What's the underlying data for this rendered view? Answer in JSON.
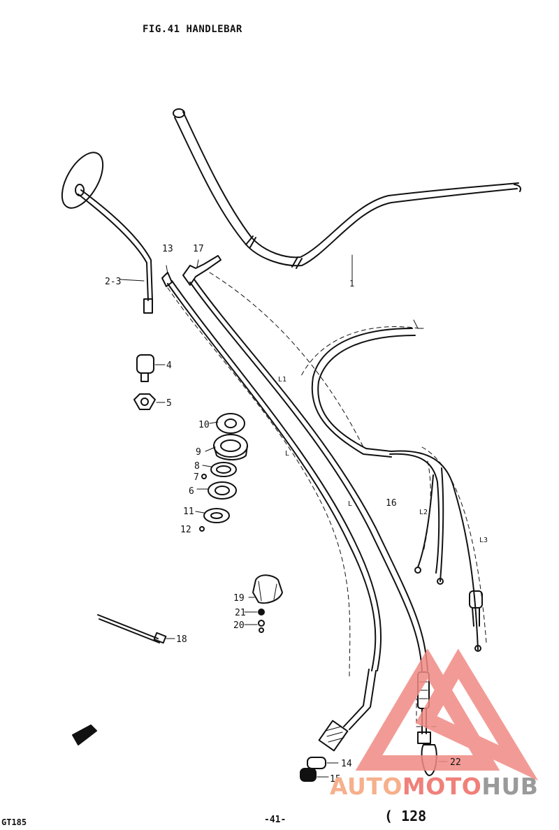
{
  "figure": {
    "title": "FIG.41  HANDLEBAR",
    "footer_left": "GT185",
    "footer_center": "-41-",
    "footer_right": "( 128"
  },
  "part_labels": [
    {
      "id": "1",
      "text": "1"
    },
    {
      "id": "2-3",
      "text": "2-3"
    },
    {
      "id": "4",
      "text": "4"
    },
    {
      "id": "5",
      "text": "5"
    },
    {
      "id": "6",
      "text": "6"
    },
    {
      "id": "7",
      "text": "7"
    },
    {
      "id": "8",
      "text": "8"
    },
    {
      "id": "9",
      "text": "9"
    },
    {
      "id": "10",
      "text": "10"
    },
    {
      "id": "11",
      "text": "11"
    },
    {
      "id": "12",
      "text": "12"
    },
    {
      "id": "13",
      "text": "13"
    },
    {
      "id": "14",
      "text": "14"
    },
    {
      "id": "15",
      "text": "15"
    },
    {
      "id": "16",
      "text": "16"
    },
    {
      "id": "17",
      "text": "17"
    },
    {
      "id": "18",
      "text": "18"
    },
    {
      "id": "19",
      "text": "19"
    },
    {
      "id": "20",
      "text": "20"
    },
    {
      "id": "21",
      "text": "21"
    },
    {
      "id": "22",
      "text": "22"
    }
  ],
  "dimension_labels": {
    "l1": "L1",
    "l": "L",
    "l2": "L2",
    "l3": "L3"
  },
  "watermark": {
    "part1": "AUTO",
    "part2": "MOTO",
    "part3": "HUB",
    "color_auto": "#f6b08c",
    "color_moto": "#f0807a",
    "color_hub": "#9a9a9a",
    "triangle_color": "#f08a84"
  }
}
